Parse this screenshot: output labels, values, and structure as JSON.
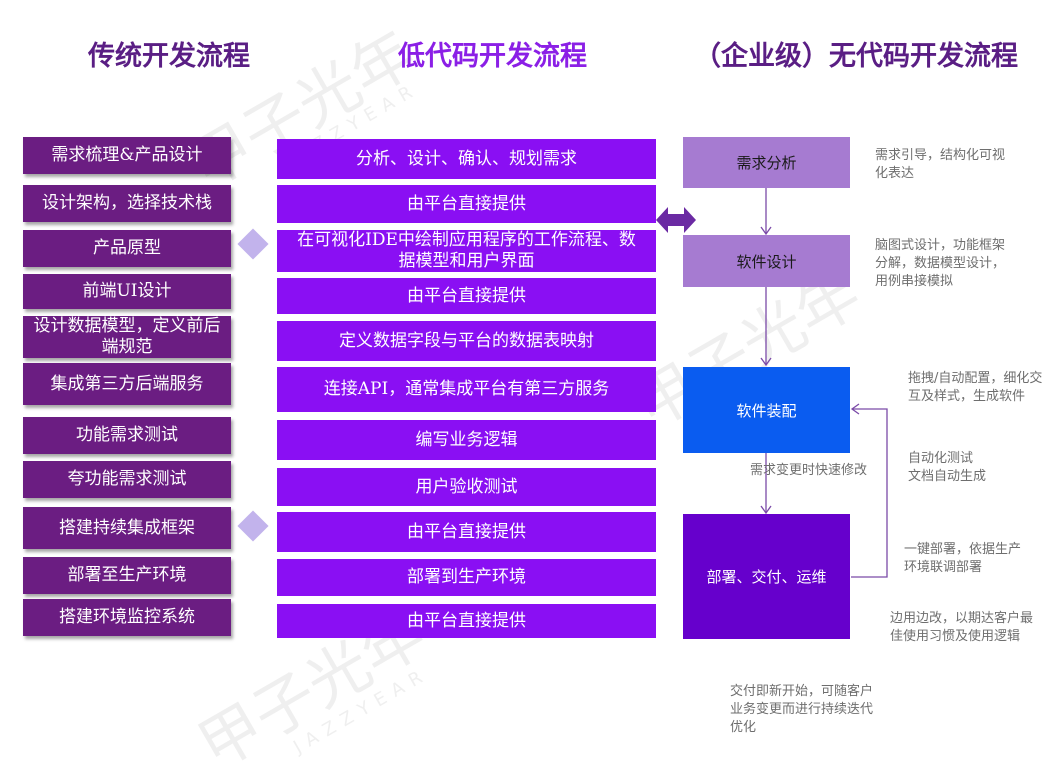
{
  "titles": {
    "traditional": "传统开发流程",
    "low_code": "低代码开发流程",
    "no_code": "（企业级）无代码开发流程"
  },
  "traditional_steps": [
    "需求梳理&产品设计",
    "设计架构，选择技术栈",
    "产品原型",
    "前端UI设计",
    "设计数据模型，定义前后端规范",
    "集成第三方后端服务",
    "功能需求测试",
    "夸功能需求测试",
    "搭建持续集成框架",
    "部署至生产环境",
    "搭建环境监控系统"
  ],
  "low_code_steps": [
    "分析、设计、确认、规划需求",
    "由平台直接提供",
    "在可视化IDE中绘制应用程序的工作流程、数据模型和用户界面",
    "由平台直接提供",
    "定义数据字段与平台的数据表映射",
    "连接API，通常集成平台有第三方服务",
    "编写业务逻辑",
    "用户验收测试",
    "由平台直接提供",
    "部署到生产环境",
    "由平台直接提供"
  ],
  "no_code_steps": [
    "需求分析",
    "软件设计",
    "软件装配",
    "部署、交付、运维"
  ],
  "no_code_notes": {
    "analysis": "需求引导，结构化可视化表达",
    "design": "脑图式设计，功能框架分解，数据模型设计，用例串接模拟",
    "assembly": "拖拽/自动配置，细化交互及样式，生成软件",
    "testing": "自动化测试\n文档自动生成",
    "loop": "需求变更时快速修改",
    "deploy": "一键部署，依据生产环境联调部署",
    "iterate": "边用边改，以期达客户最佳使用习惯及使用逻辑",
    "delivery": "交付即新开始，可随客户业务变更而进行持续迭代优化"
  },
  "colors": {
    "traditional_box": "#6b1d82",
    "low_code_box": "#8a0ff3",
    "analysis_box": "#a67bd1",
    "design_box": "#a67bd1",
    "assembly_box": "#0a5cf0",
    "deploy_box": "#6600cc",
    "diamond": "#c2b3ec",
    "double_arrow": "#6b2aa3"
  },
  "watermark": {
    "text": "甲子光年",
    "latin": "JAZZYEAR"
  }
}
